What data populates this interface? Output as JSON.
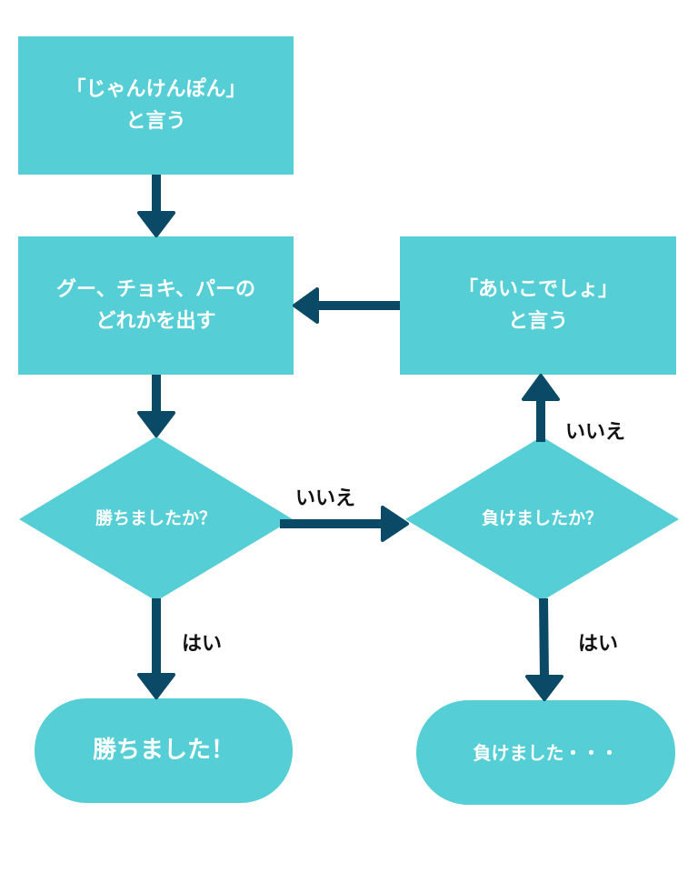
{
  "colors": {
    "node_fill": "#55ced6",
    "arrow": "#0b4a66",
    "node_text": "#ffffff",
    "edge_label_text": "#111111",
    "background": "#ffffff"
  },
  "nodes": {
    "start": {
      "shape": "rectangle",
      "lines": [
        "「じゃんけんぽん」",
        "と言う"
      ]
    },
    "choose": {
      "shape": "rectangle",
      "lines": [
        "グー、チョキ、パーの",
        "どれかを出す"
      ]
    },
    "aiko": {
      "shape": "rectangle",
      "lines": [
        "「あいこでしょ」",
        "と言う"
      ]
    },
    "won_q": {
      "shape": "diamond",
      "lines": [
        "勝ちましたか？"
      ]
    },
    "lost_q": {
      "shape": "diamond",
      "lines": [
        "負けましたか？"
      ]
    },
    "won": {
      "shape": "terminal",
      "lines": [
        "勝ちました！"
      ]
    },
    "lost": {
      "shape": "terminal",
      "lines": [
        "負けました・・・"
      ]
    }
  },
  "edges": [
    {
      "from": "start",
      "to": "choose",
      "label": ""
    },
    {
      "from": "choose",
      "to": "won_q",
      "label": ""
    },
    {
      "from": "won_q",
      "to": "lost_q",
      "label": "いいえ"
    },
    {
      "from": "won_q",
      "to": "won",
      "label": "はい"
    },
    {
      "from": "lost_q",
      "to": "aiko",
      "label": "いいえ"
    },
    {
      "from": "lost_q",
      "to": "lost",
      "label": "はい"
    },
    {
      "from": "aiko",
      "to": "choose",
      "label": ""
    }
  ]
}
